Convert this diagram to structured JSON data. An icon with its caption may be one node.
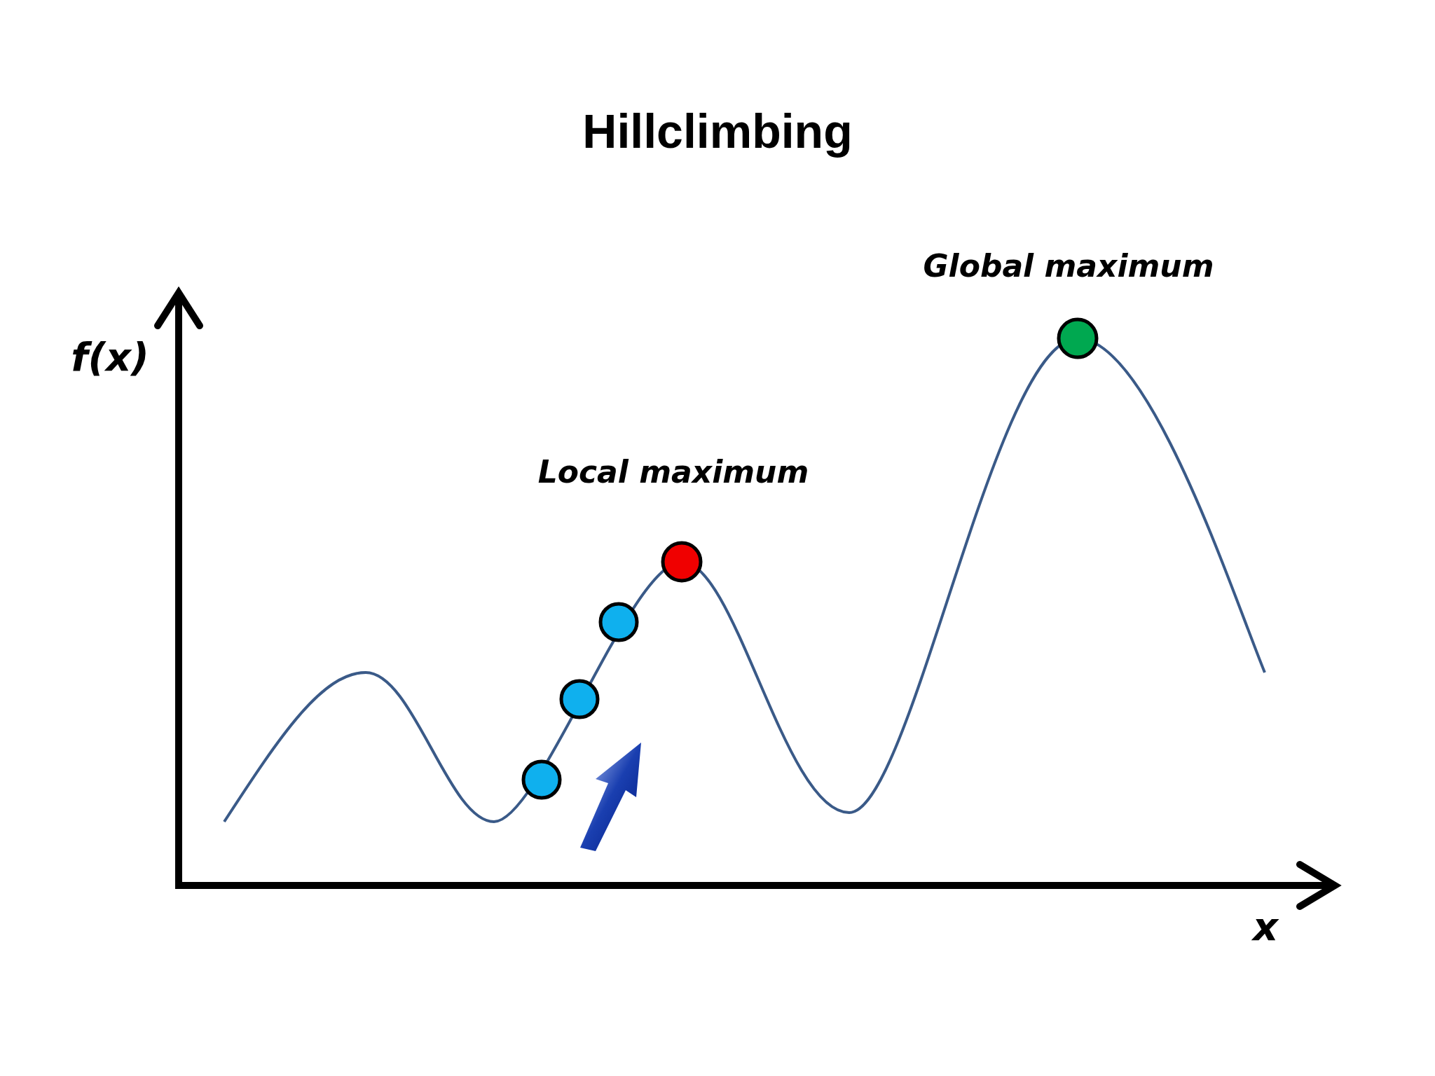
{
  "diagram": {
    "title": "Hillclimbing",
    "labels": [
      "f(x)",
      "x",
      "Local maximum",
      "Global maximum"
    ]
  }
}
